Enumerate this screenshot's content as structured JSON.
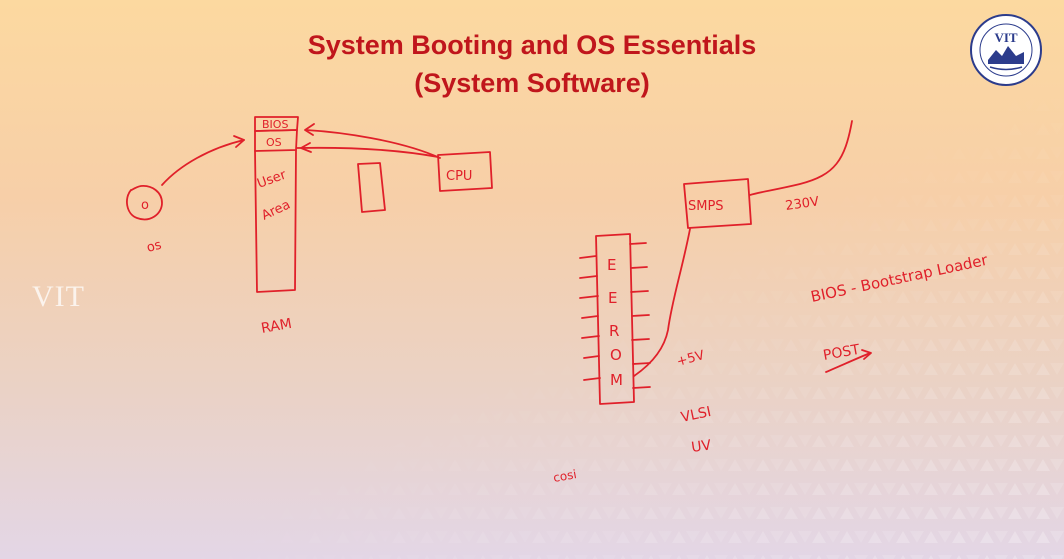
{
  "slide": {
    "title_line1": "System Booting and OS Essentials",
    "title_line2": "(System Software)",
    "watermark": "VIT",
    "logo_text": "VIT",
    "colors": {
      "title": "#c0161c",
      "ink": "#e0202a",
      "logo": "#2c3c8c"
    }
  },
  "sketch": {
    "disk_symbol": "o",
    "os_label": "os",
    "ram_cells": [
      "BIOS",
      "OS"
    ],
    "ram_user_area": [
      "User",
      "Area"
    ],
    "ram_label": "RAM",
    "cpu_label": "CPU",
    "smps_label": "SMPS",
    "voltage_in": "230V",
    "eerom_letters": [
      "E",
      "E",
      "R",
      "O",
      "M"
    ],
    "voltage_out": "+5V",
    "notes": [
      "VLSI",
      "UV",
      "cosi"
    ],
    "bios_note": "BIOS - Bootstrap Loader",
    "post_note": "POST"
  }
}
